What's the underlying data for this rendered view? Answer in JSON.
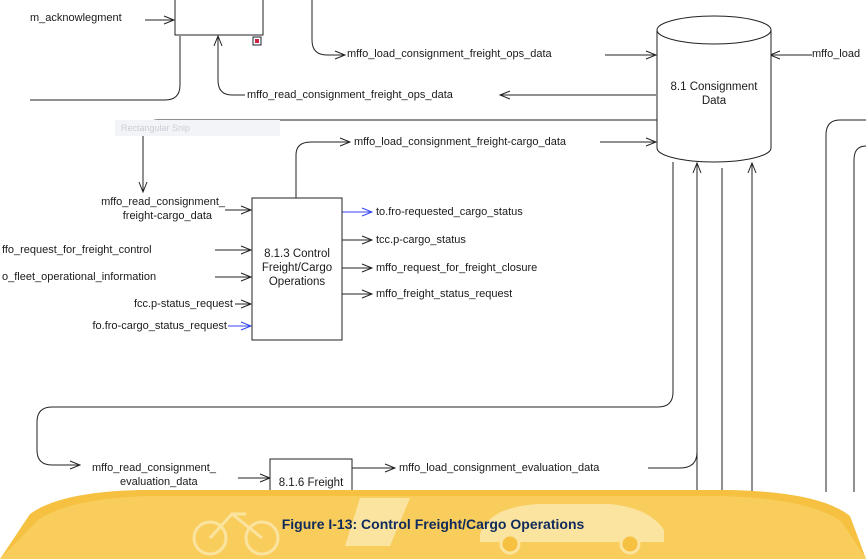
{
  "snip_overlay": "Rectangular Snip",
  "processes": {
    "control": {
      "label_lines": [
        "8.1.3 Control",
        "Freight/Cargo",
        "Operations"
      ]
    },
    "freight": {
      "label_lines": [
        "8.1.6 Freight"
      ]
    }
  },
  "datastore": {
    "label_lines": [
      "8.1 Consignment",
      "Data"
    ]
  },
  "flows": {
    "acknowledgment": "m_acknowlegment",
    "load_ops": "mffo_load_consignment_freight_ops_data",
    "load_right": "mffo_load",
    "read_ops": "mffo_read_consignment_freight_ops_data",
    "load_cargo": "mffo_load_consignment_freight-cargo_data",
    "read_cargo_1": "mffo_read_consignment_",
    "read_cargo_2": "freight-cargo_data",
    "request_control": "ffo_request_for_freight_control",
    "fleet_info": "o_fleet_operational_information",
    "fcc_status_req": "fcc.p-status_request",
    "fo_cargo_req": "fo.fro-cargo_status_request",
    "to_cargo_status": "to.fro-requested_cargo_status",
    "tcc_cargo_status": "tcc.p-cargo_status",
    "request_closure": "mffo_request_for_freight_closure",
    "freight_status_req": "mffo_freight_status_request",
    "read_eval_1": "mffo_read_consignment_",
    "read_eval_2": "evaluation_data",
    "load_eval": "mffo_load_consignment_evaluation_data"
  },
  "caption": "Figure I-13: Control Freight/Cargo Operations",
  "colors": {
    "blue_arrow": "#3344ee",
    "banner": "#f6c040",
    "caption": "#0f2a5c"
  }
}
